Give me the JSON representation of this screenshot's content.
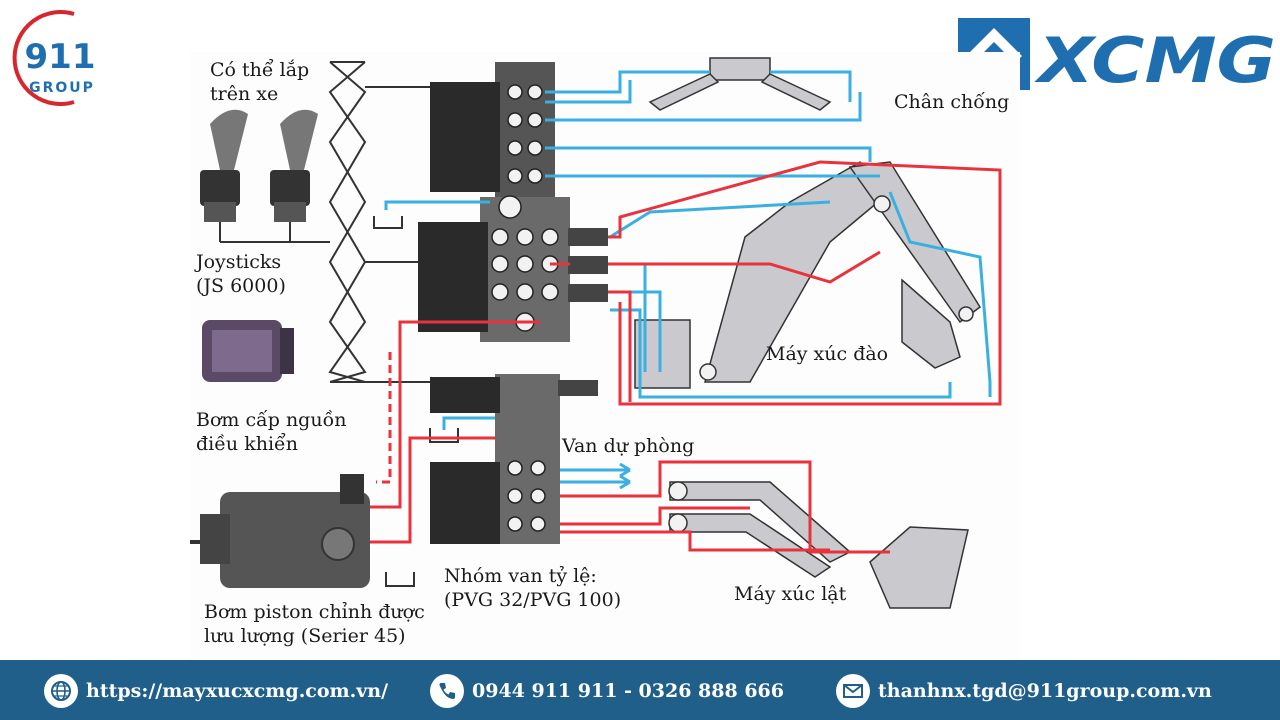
{
  "brand": {
    "left_logo": {
      "number": "911",
      "word": "GROUP"
    },
    "right_logo": {
      "word": "XCMG"
    }
  },
  "colors": {
    "hydraulic_supply": "#e8323c",
    "hydraulic_return": "#3ab0e0",
    "component_fill": "#c9c9ce",
    "valve_dark": "#2a2a2a",
    "footer_bg": "#1f5f8a",
    "brand_blue": "#1f6fb0",
    "brand_red": "#d7262d"
  },
  "labels": {
    "mount": [
      "Có thể lắp",
      "trên xe"
    ],
    "joysticks": [
      "Joysticks",
      "(JS 6000)"
    ],
    "pilot_pump": [
      "Bơm cấp nguồn",
      "điều khiển"
    ],
    "piston_pump": [
      "Bơm piston chỉnh được",
      "lưu lượng (Serier 45)"
    ],
    "outriggers": "Chân chống",
    "excavator": "Máy xúc đào",
    "spare_valve": "Van dự phòng",
    "valve_group": [
      "Nhóm van tỷ lệ:",
      "(PVG 32/PVG 100)"
    ],
    "loader": "Máy xúc lật"
  },
  "footer": {
    "website": {
      "icon": "globe-icon",
      "text": "https://mayxucxcmg.com.vn/"
    },
    "phone": {
      "icon": "phone-icon",
      "text": "0944 911 911 - 0326 888 666"
    },
    "email": {
      "icon": "mail-icon",
      "text": "thanhnx.tgd@911group.com.vn"
    }
  }
}
